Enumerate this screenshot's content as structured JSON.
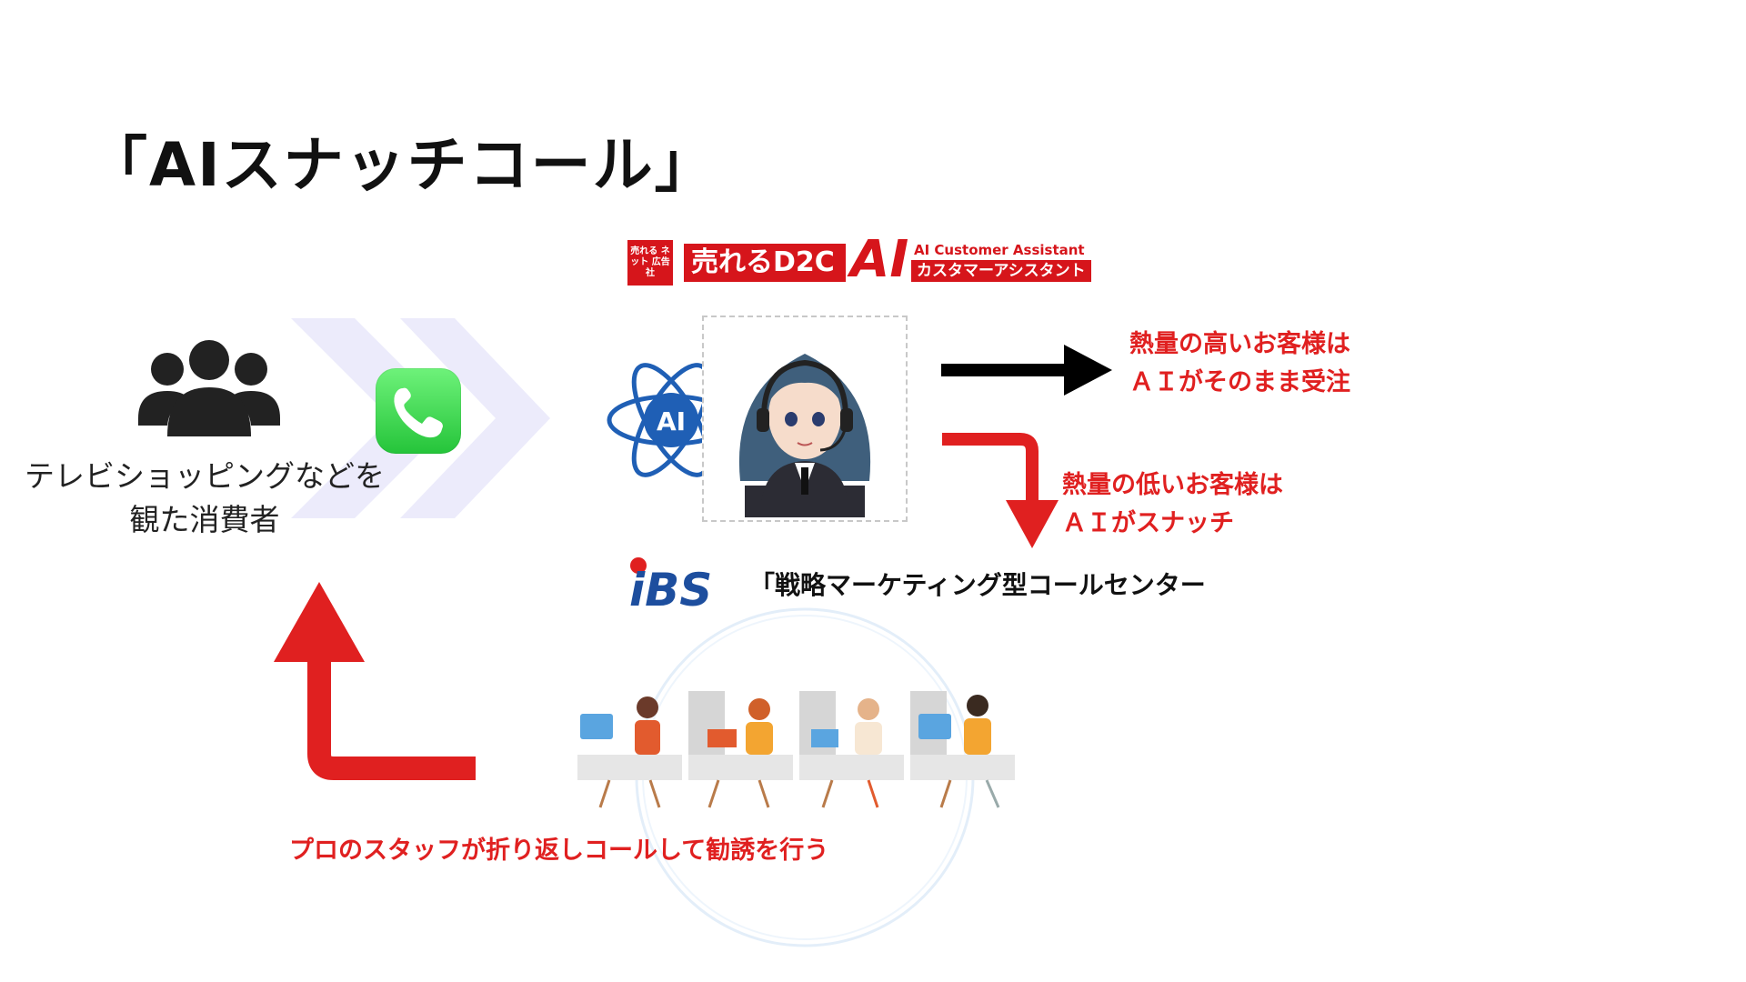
{
  "title": "「AIスナッチコール」",
  "consumer": {
    "label_line1": "テレビショッピングなどを",
    "label_line2": "観た消費者"
  },
  "brand": {
    "badge_text": "売れる ネット 広告社",
    "main_text": "売れるD2C",
    "ai_text": "AI",
    "sub_en": "AI Customer Assistant",
    "sub_jp": "カスタマーアシスタント"
  },
  "ai_badge": "AI",
  "high_heat": {
    "line1": "熱量の高いお客様は",
    "line2": "ＡＩがそのまま受注"
  },
  "low_heat": {
    "line1": "熱量の低いお客様は",
    "line2": "ＡＩがスナッチ"
  },
  "callcenter": {
    "logo_text": "iBS",
    "label": "「戦略マーケティング型コールセンター"
  },
  "callback_text": "プロのスタッフが折り返しコールして勧誘を行う",
  "colors": {
    "accent_red": "#e02020",
    "brand_red": "#d6151b",
    "ai_blue": "#1f5fb5",
    "ibs_blue": "#1d4e9e",
    "arrow_black": "#000000"
  }
}
